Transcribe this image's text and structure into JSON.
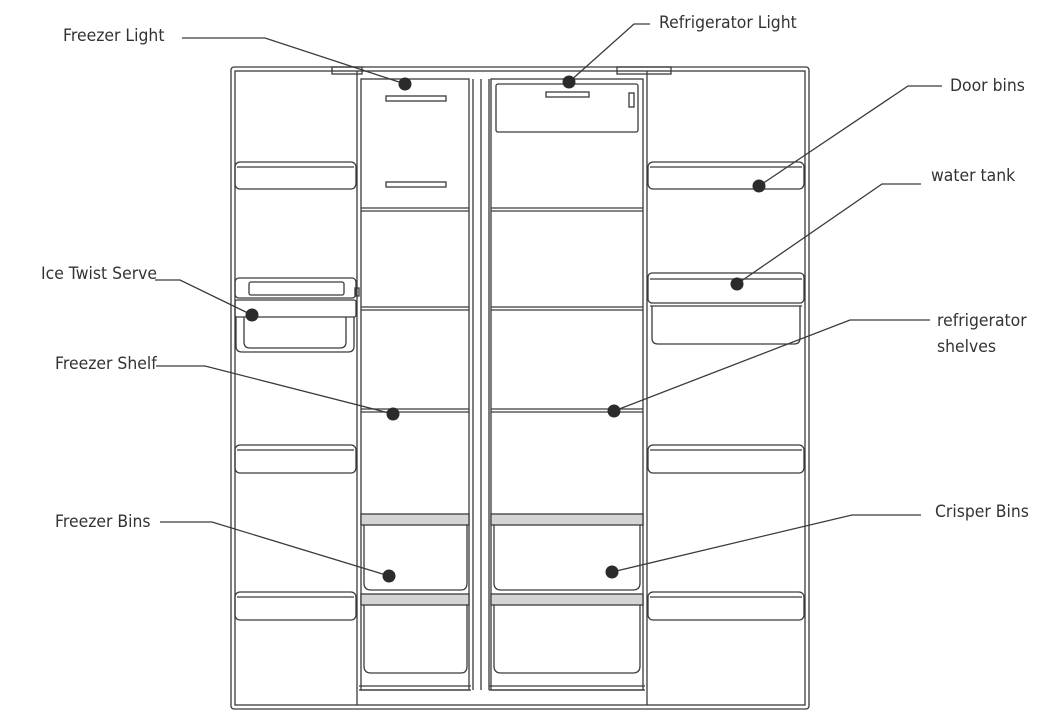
{
  "labels": {
    "freezer_light": "Freezer Light",
    "refrigerator_light": "Refrigerator Light",
    "door_bins": "Door bins",
    "water_tank": "water tank",
    "ice_twist_serve": "Ice Twist Serve",
    "refrigerator_shelves_line1": "refrigerator",
    "refrigerator_shelves_line2": "shelves",
    "freezer_shelf": "Freezer Shelf",
    "freezer_bins": "Freezer Bins",
    "crisper_bins": "Crisper Bins"
  },
  "colors": {
    "line": "#3a3a3a",
    "dot": "#2b2b2b",
    "shelf_band": "#d4d4d4",
    "text": "#333333"
  }
}
